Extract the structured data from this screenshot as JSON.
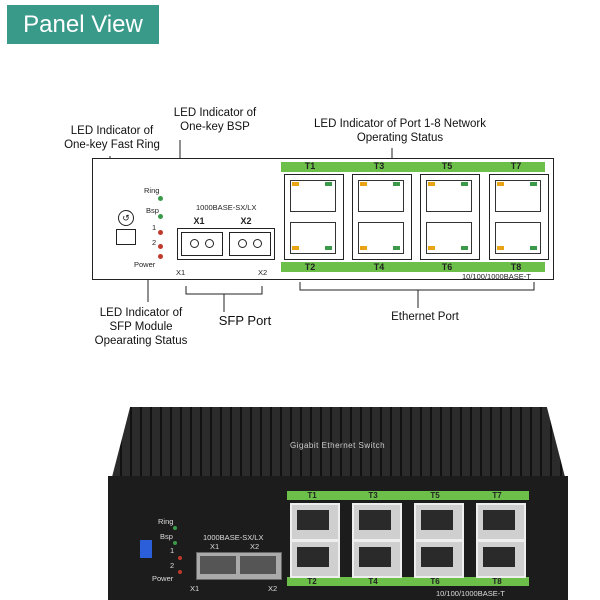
{
  "header": {
    "title": "Panel View"
  },
  "annotations": {
    "fast_ring": "LED Indicator of\nOne-key Fast Ring",
    "bsp": "LED Indicator of\nOne-key BSP",
    "port_status": "LED Indicator of Port 1-8 Network\nOperating Status",
    "sfp_led": "LED Indicator of\nSFP Module\nOpearating Status",
    "sfp_port": "SFP Port",
    "ethernet_port": "Ethernet Port"
  },
  "panel": {
    "led_labels": [
      "Ring",
      "Bsp",
      "1",
      "2",
      "Power"
    ],
    "sfp_header": "1000BASE-SX/LX",
    "sfp_ports": [
      "X1",
      "X2"
    ],
    "top_ports": [
      "T1",
      "T3",
      "T5",
      "T7"
    ],
    "bottom_ports": [
      "T2",
      "T4",
      "T6",
      "T8"
    ],
    "eth_spec": "10/100/1000BASE-T"
  },
  "device": {
    "top_text": "Gigabit Ethernet Switch",
    "led_labels": [
      "Ring",
      "Bsp",
      "1",
      "2",
      "Power"
    ],
    "sfp_header": "1000BASE-SX/LX",
    "sfp_ports": [
      "X1",
      "X2"
    ],
    "top_ports": [
      "T1",
      "T3",
      "T5",
      "T7"
    ],
    "bottom_ports": [
      "T2",
      "T4",
      "T6",
      "T8"
    ],
    "eth_spec": "10/100/1000BASE-T"
  },
  "colors": {
    "header_bg": "#3a9a8a",
    "green": "#6cc04a",
    "led_orange": "#e8a317",
    "led_red": "#c0392b",
    "device_dark": "#1c1c1c"
  }
}
